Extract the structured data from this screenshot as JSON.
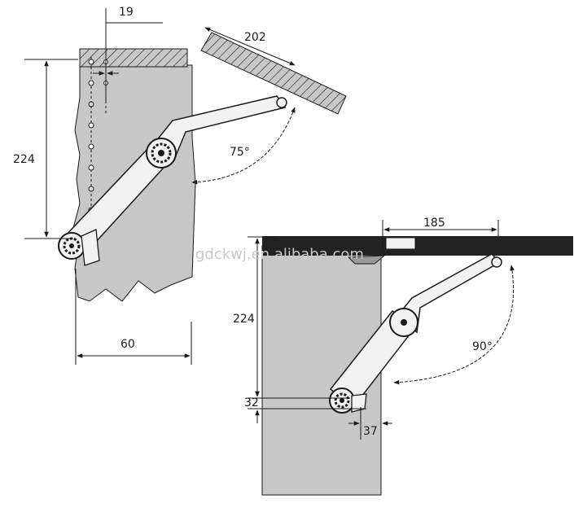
{
  "diagram_a": {
    "dims": {
      "top_offset": "19",
      "lid_width": "202",
      "height": "224",
      "depth": "60",
      "angle": "75°"
    }
  },
  "diagram_b": {
    "dims": {
      "lid_width": "185",
      "height": "224",
      "bottom_offset": "32",
      "side_offset": "37",
      "angle": "90°"
    }
  },
  "watermark": "gdckwj.en.alibaba.com",
  "colors": {
    "panel": "#c7c7c7",
    "board": "#222222",
    "line": "#1a1a1a",
    "arm": "#f2f2f2"
  }
}
